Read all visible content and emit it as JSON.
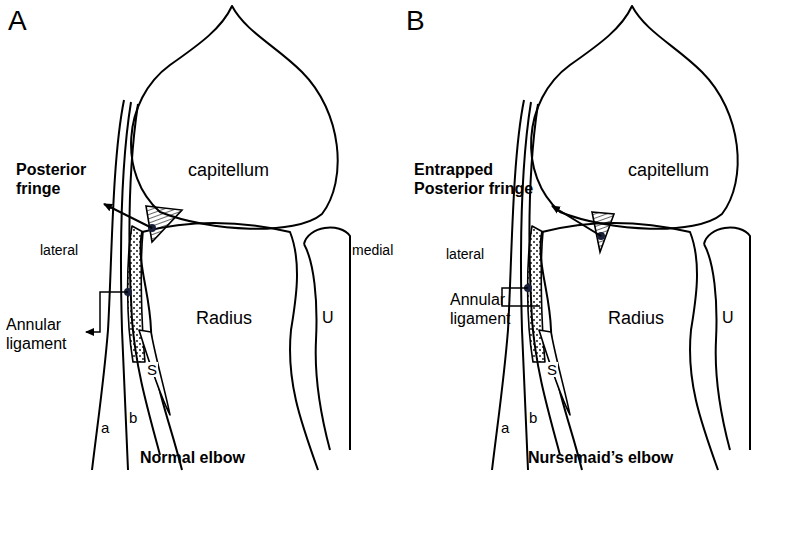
{
  "diagram": {
    "labels": [
      "A",
      "capitellum",
      "Posterior fringe",
      "lateral",
      "medial",
      "Annular ligament",
      "Radius",
      "U",
      "S",
      "a",
      "b",
      "Normal elbow",
      "B",
      "capitellum",
      "Entrapped Posterior fringe",
      "lateral",
      "Annular ligament",
      "Radius",
      "U",
      "S",
      "a",
      "b",
      "Nursemaid’s elbow"
    ]
  }
}
